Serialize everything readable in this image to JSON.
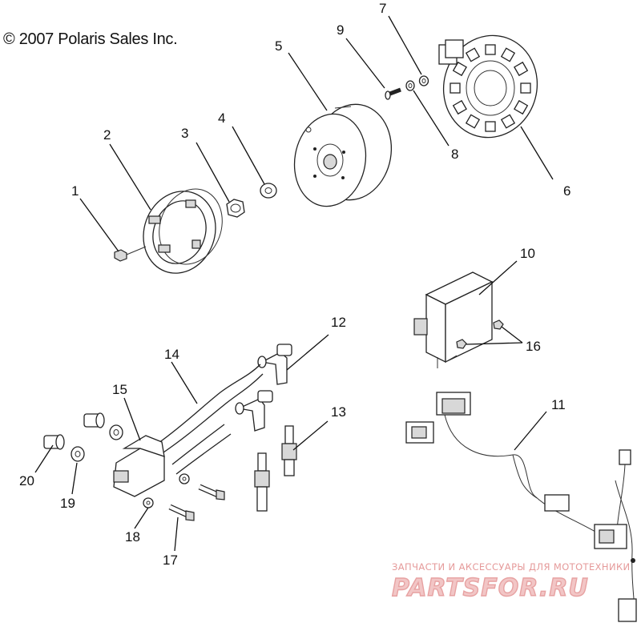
{
  "copyright": "© 2007 Polaris Sales Inc.",
  "callouts": [
    {
      "id": "1",
      "label": "1"
    },
    {
      "id": "2",
      "label": "2"
    },
    {
      "id": "3",
      "label": "3"
    },
    {
      "id": "4",
      "label": "4"
    },
    {
      "id": "5",
      "label": "5"
    },
    {
      "id": "6",
      "label": "6"
    },
    {
      "id": "7",
      "label": "7"
    },
    {
      "id": "8",
      "label": "8"
    },
    {
      "id": "9",
      "label": "9"
    },
    {
      "id": "10",
      "label": "10"
    },
    {
      "id": "11",
      "label": "11"
    },
    {
      "id": "12",
      "label": "12"
    },
    {
      "id": "13",
      "label": "13"
    },
    {
      "id": "14",
      "label": "14"
    },
    {
      "id": "15",
      "label": "15"
    },
    {
      "id": "16",
      "label": "16"
    },
    {
      "id": "17",
      "label": "17"
    },
    {
      "id": "18",
      "label": "18"
    },
    {
      "id": "19",
      "label": "19"
    },
    {
      "id": "20",
      "label": "20"
    }
  ],
  "watermark": {
    "tagline": "ЗАПЧАСТИ И АКСЕССУАРЫ ДЛЯ МОТОТЕХНИКИ",
    "brand": "PARTSFOR.RU"
  }
}
